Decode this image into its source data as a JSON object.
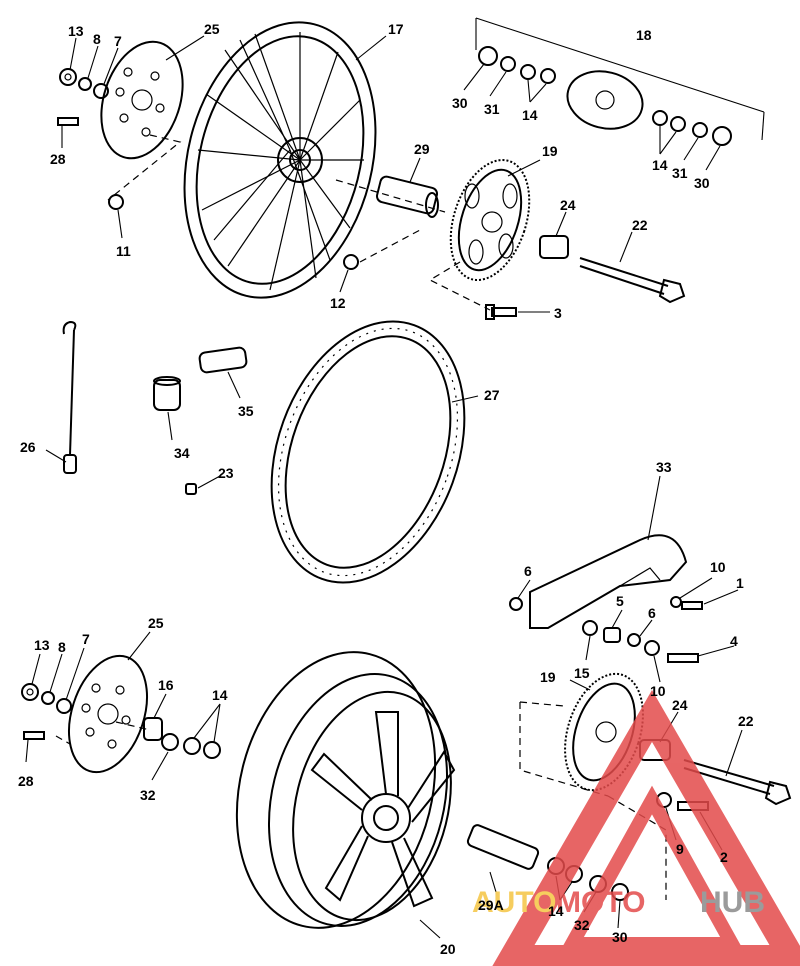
{
  "labels": {
    "l13a": "13",
    "l8a": "8",
    "l7a": "7",
    "l25a": "25",
    "l17": "17",
    "l18": "18",
    "l28a": "28",
    "l11": "11",
    "l12": "12",
    "l29": "29",
    "l19a": "19",
    "l24a": "24",
    "l22a": "22",
    "l3": "3",
    "l30a": "30",
    "l31a": "31",
    "l14a": "14",
    "l14b": "14",
    "l31b": "31",
    "l30b": "30",
    "l26": "26",
    "l34": "34",
    "l35": "35",
    "l23": "23",
    "l27": "27",
    "l33": "33",
    "l6a": "6",
    "l10a": "10",
    "l1": "1",
    "l5": "5",
    "l6b": "6",
    "l15": "15",
    "l4": "4",
    "l10b": "10",
    "l13b": "13",
    "l8b": "8",
    "l7b": "7",
    "l25b": "25",
    "l16": "16",
    "l14c": "14",
    "l28b": "28",
    "l32a": "32",
    "l19b": "19",
    "l24b": "24",
    "l22b": "22",
    "l9": "9",
    "l2": "2",
    "l29A": "29A",
    "l14d": "14",
    "l32b": "32",
    "l30c": "30",
    "l20": "20"
  },
  "watermark": {
    "part1": "AUTO",
    "part2": "MOTO",
    "part3": "HUB",
    "color1": "#f5c542",
    "color2": "#e34b4b",
    "color3": "#8a8a8a",
    "triangle_color": "#e34b4b"
  }
}
